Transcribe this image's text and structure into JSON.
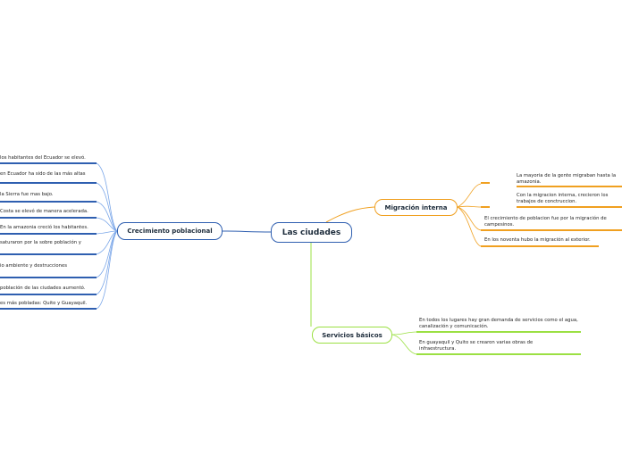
{
  "central": {
    "label": "Las ciudades"
  },
  "crecimiento": {
    "label": "Crecimiento poblacional",
    "items": [
      "los habitantes del Ecuador se elevó.",
      "en Ecuador ha sido de las más altas",
      "la Sierra fue mas bajo.",
      "Costa se elevó de manera acelerada.",
      "En la amazonia creció los habitantes.",
      "saturaron por la sobre población y",
      "io ambiente y destrucciones",
      "población de las ciudades aumentó.",
      "es más pobladas: Quito y Guayaquil."
    ]
  },
  "migracion": {
    "label": "Migración interna",
    "items": [
      "La mayoria de la gente migraban hasta la amazonia.",
      "Con la migracion interna, crecieron  los trabajos de conctruccion.",
      "El crecimiento de poblacion fue por la migración de campesinos.",
      "En los noventa hubo la migración al exterior."
    ]
  },
  "servicios": {
    "label": "Servicios básicos",
    "items": [
      "En todos los lugares hay gran demanda de servicios como el agua, canalización y comunicación.",
      "En guayaquil y Quito se crearon varias obras de infraestructura."
    ]
  },
  "colors": {
    "blue": "#2f5fb0",
    "orange": "#f0a020",
    "green": "#9be043"
  }
}
